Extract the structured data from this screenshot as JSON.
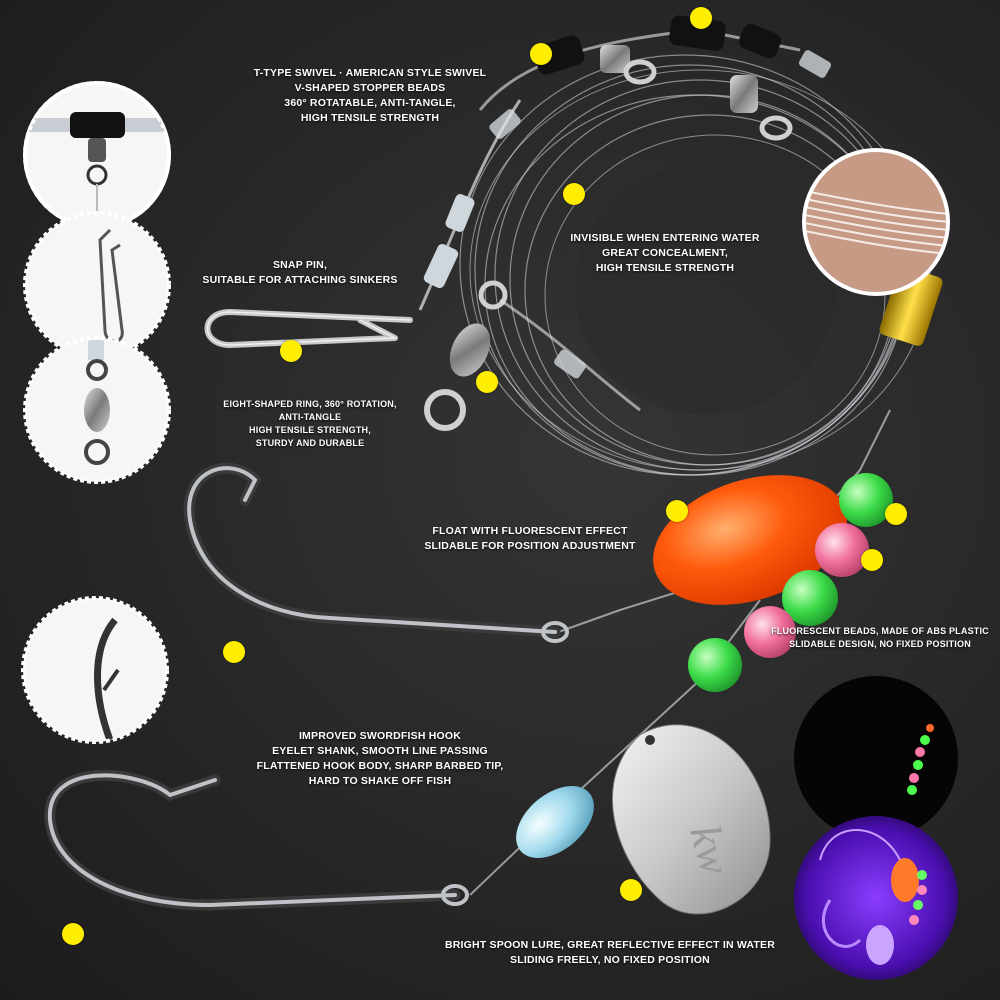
{
  "colors": {
    "background": "#2b2b2b",
    "marker": "#ffee00",
    "float": "#ff5a0a",
    "bead_green": "#3ddc4a",
    "bead_pink": "#f06e9a",
    "bead_blue": "#9fd8ec",
    "uv_glow": "#5a17c8"
  },
  "captions": {
    "swivel": [
      "T-TYPE SWIVEL · AMERICAN STYLE SWIVEL",
      "V-SHAPED STOPPER BEADS",
      "360° ROTATABLE, ANTI-TANGLE,",
      "HIGH TENSILE STRENGTH"
    ],
    "line": [
      "INVISIBLE WHEN ENTERING WATER",
      "GREAT CONCEALMENT,",
      "HIGH TENSILE STRENGTH"
    ],
    "snap": [
      "SNAP PIN,",
      "SUITABLE FOR ATTACHING SINKERS"
    ],
    "ring": [
      "EIGHT-SHAPED RING, 360° ROTATION,",
      "ANTI-TANGLE",
      "HIGH TENSILE STRENGTH,",
      "STURDY AND DURABLE"
    ],
    "float": [
      "FLOAT WITH FLUORESCENT EFFECT",
      "SLIDABLE FOR POSITION ADJUSTMENT"
    ],
    "beads": [
      "FLUORESCENT BEADS, MADE OF ABS PLASTIC",
      "SLIDABLE DESIGN, NO FIXED POSITION"
    ],
    "hook": [
      "IMPROVED SWORDFISH HOOK",
      "EYELET SHANK, SMOOTH LINE PASSING",
      "FLATTENED HOOK BODY, SHARP BARBED TIP,",
      "HARD TO SHAKE OFF FISH"
    ],
    "spoon": [
      "BRIGHT SPOON LURE, GREAT REFLECTIVE EFFECT IN WATER",
      "SLIDING FREELY, NO FIXED POSITION"
    ]
  },
  "spoon_logo": "kw",
  "icons": [
    "swivel-detail",
    "snap-pin-detail",
    "eight-ring-detail",
    "hook-tip-detail",
    "line-detail",
    "glow-dark-photo",
    "glow-uv-photo"
  ]
}
